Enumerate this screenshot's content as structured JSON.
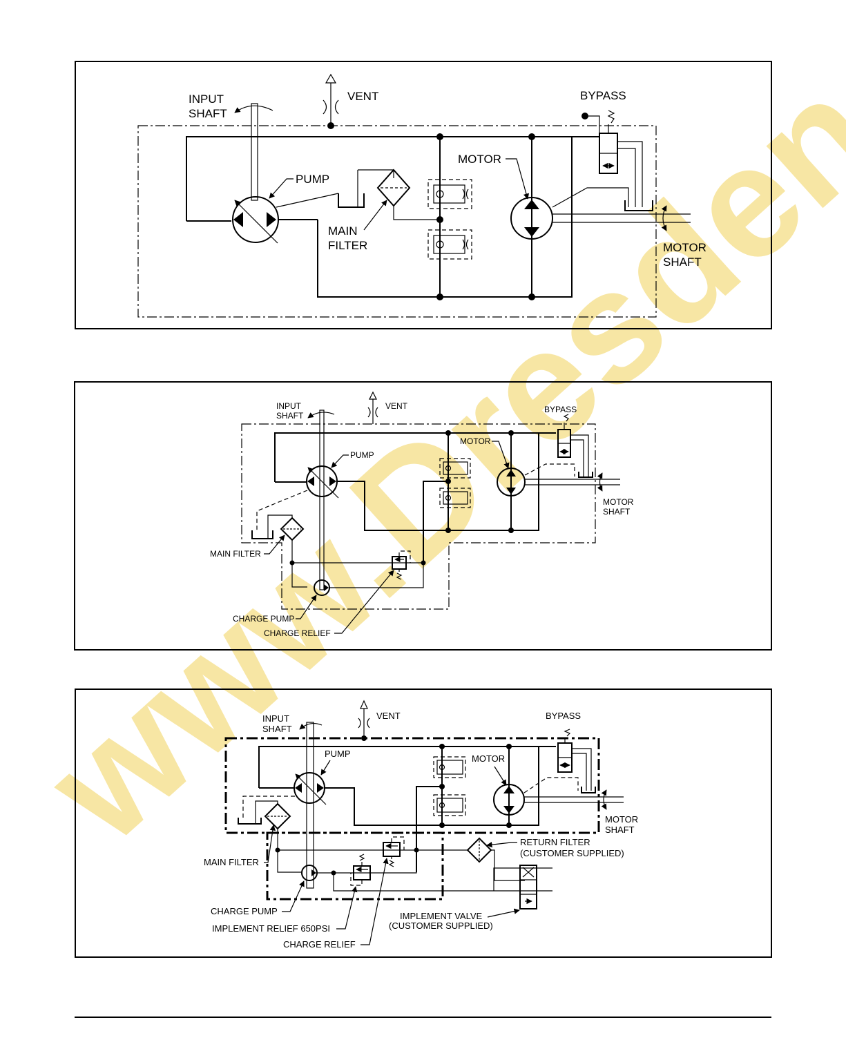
{
  "diagram1": {
    "labels": {
      "input_shaft_1": "INPUT",
      "input_shaft_2": "SHAFT",
      "vent": "VENT",
      "bypass": "BYPASS",
      "pump": "PUMP",
      "motor": "MOTOR",
      "main_filter_1": "MAIN",
      "main_filter_2": "FILTER",
      "motor_shaft_1": "MOTOR",
      "motor_shaft_2": "SHAFT"
    }
  },
  "diagram2": {
    "labels": {
      "input_shaft_1": "INPUT",
      "input_shaft_2": "SHAFT",
      "vent": "VENT",
      "bypass": "BYPASS",
      "pump": "PUMP",
      "motor": "MOTOR",
      "motor_shaft_1": "MOTOR",
      "motor_shaft_2": "SHAFT",
      "main_filter": "MAIN FILTER",
      "charge_pump": "CHARGE PUMP",
      "charge_relief": "CHARGE RELIEF"
    }
  },
  "diagram3": {
    "labels": {
      "input_shaft_1": "INPUT",
      "input_shaft_2": "SHAFT",
      "vent": "VENT",
      "bypass": "BYPASS",
      "pump": "PUMP",
      "motor": "MOTOR",
      "motor_shaft_1": "MOTOR",
      "motor_shaft_2": "SHAFT",
      "main_filter": "MAIN FILTER",
      "return_filter_1": "RETURN FILTER",
      "return_filter_2": "(CUSTOMER SUPPLIED)",
      "charge_pump": "CHARGE PUMP",
      "implement_relief": "IMPLEMENT RELIEF 650PSI",
      "charge_relief": "CHARGE RELIEF",
      "implement_valve_1": "IMPLEMENT VALVE",
      "implement_valve_2": "(CUSTOMER SUPPLIED)"
    }
  },
  "watermark": "www.Dresden"
}
